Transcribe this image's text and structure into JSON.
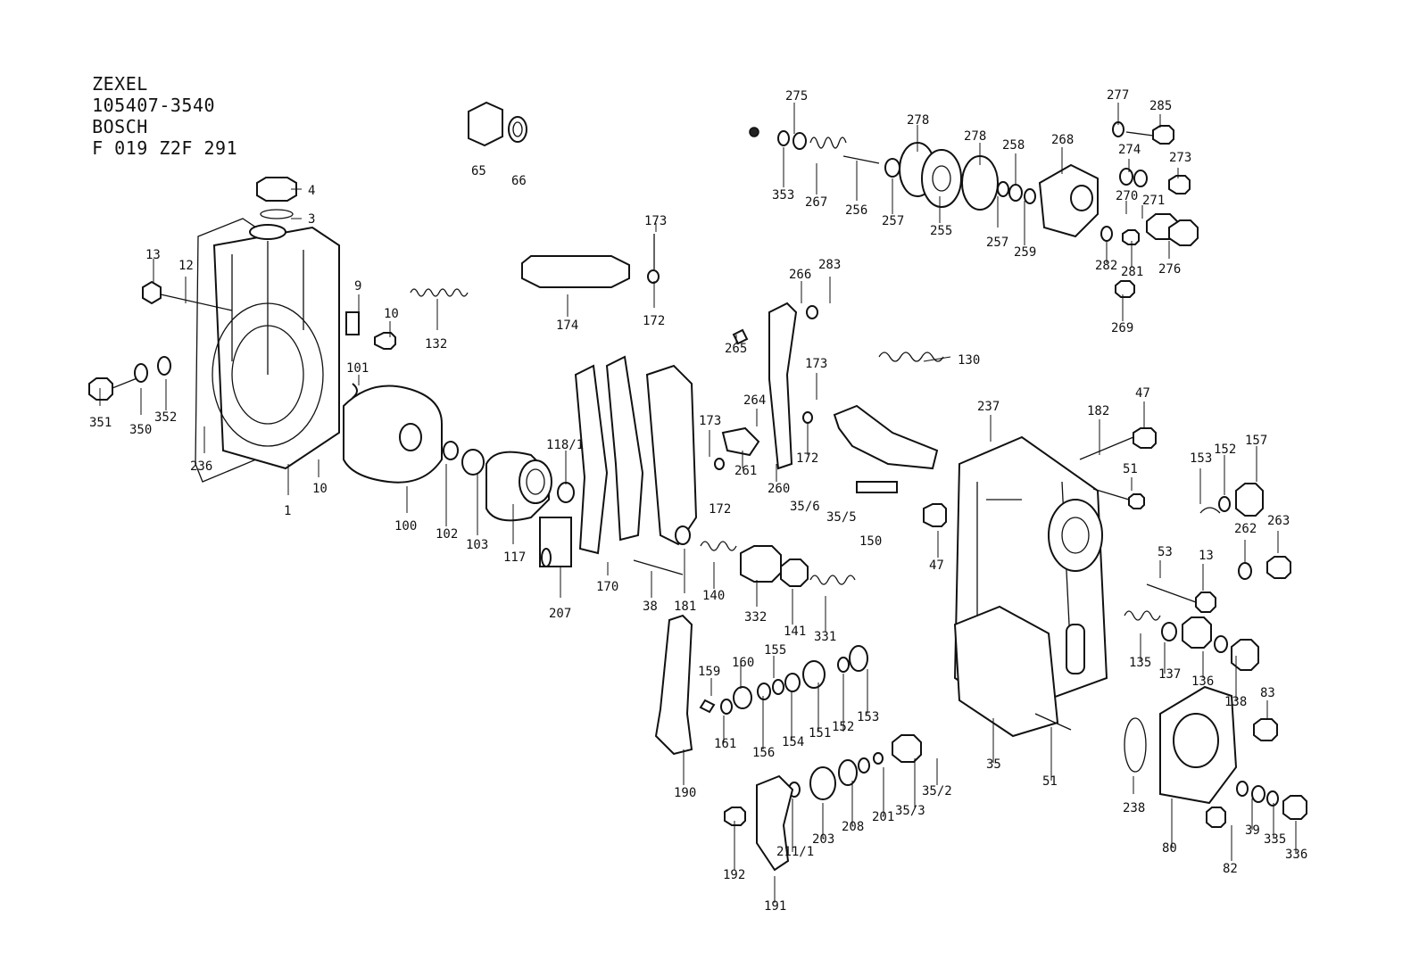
{
  "header": {
    "maker": "ZEXEL",
    "zexel_no": "105407-3540",
    "brand": "BOSCH",
    "bosch_no": "F 019 Z2F 291"
  },
  "part_labels": [
    {
      "id": "4",
      "text": "4"
    },
    {
      "id": "3",
      "text": "3"
    },
    {
      "id": "65",
      "text": "65"
    },
    {
      "id": "66",
      "text": "66"
    },
    {
      "id": "13a",
      "text": "13"
    },
    {
      "id": "12",
      "text": "12"
    },
    {
      "id": "9",
      "text": "9"
    },
    {
      "id": "10a",
      "text": "10"
    },
    {
      "id": "132",
      "text": "132"
    },
    {
      "id": "101",
      "text": "101"
    },
    {
      "id": "351",
      "text": "351"
    },
    {
      "id": "350",
      "text": "350"
    },
    {
      "id": "352",
      "text": "352"
    },
    {
      "id": "236",
      "text": "236"
    },
    {
      "id": "1",
      "text": "1"
    },
    {
      "id": "10b",
      "text": "10"
    },
    {
      "id": "100",
      "text": "100"
    },
    {
      "id": "102",
      "text": "102"
    },
    {
      "id": "103",
      "text": "103"
    },
    {
      "id": "117",
      "text": "117"
    },
    {
      "id": "118_1",
      "text": "118/1"
    },
    {
      "id": "173a",
      "text": "173"
    },
    {
      "id": "174",
      "text": "174"
    },
    {
      "id": "172a",
      "text": "172"
    },
    {
      "id": "207",
      "text": "207"
    },
    {
      "id": "170",
      "text": "170"
    },
    {
      "id": "38",
      "text": "38"
    },
    {
      "id": "181",
      "text": "181"
    },
    {
      "id": "140",
      "text": "140"
    },
    {
      "id": "332",
      "text": "332"
    },
    {
      "id": "141",
      "text": "141"
    },
    {
      "id": "331",
      "text": "331"
    },
    {
      "id": "275",
      "text": "275"
    },
    {
      "id": "353",
      "text": "353"
    },
    {
      "id": "267",
      "text": "267"
    },
    {
      "id": "256",
      "text": "256"
    },
    {
      "id": "257a",
      "text": "257"
    },
    {
      "id": "278a",
      "text": "278"
    },
    {
      "id": "255",
      "text": "255"
    },
    {
      "id": "278b",
      "text": "278"
    },
    {
      "id": "257b",
      "text": "257"
    },
    {
      "id": "258",
      "text": "258"
    },
    {
      "id": "259",
      "text": "259"
    },
    {
      "id": "268",
      "text": "268"
    },
    {
      "id": "277",
      "text": "277"
    },
    {
      "id": "285",
      "text": "285"
    },
    {
      "id": "274",
      "text": "274"
    },
    {
      "id": "273",
      "text": "273"
    },
    {
      "id": "270",
      "text": "270"
    },
    {
      "id": "271",
      "text": "271"
    },
    {
      "id": "276",
      "text": "276"
    },
    {
      "id": "282",
      "text": "282"
    },
    {
      "id": "281",
      "text": "281"
    },
    {
      "id": "269",
      "text": "269"
    },
    {
      "id": "266",
      "text": "266"
    },
    {
      "id": "283",
      "text": "283"
    },
    {
      "id": "265",
      "text": "265"
    },
    {
      "id": "173b",
      "text": "173"
    },
    {
      "id": "264",
      "text": "264"
    },
    {
      "id": "172b",
      "text": "172"
    },
    {
      "id": "173c",
      "text": "173"
    },
    {
      "id": "261",
      "text": "261"
    },
    {
      "id": "260",
      "text": "260"
    },
    {
      "id": "172c",
      "text": "172"
    },
    {
      "id": "130",
      "text": "130"
    },
    {
      "id": "237",
      "text": "237"
    },
    {
      "id": "182",
      "text": "182"
    },
    {
      "id": "47a",
      "text": "47"
    },
    {
      "id": "51a",
      "text": "51"
    },
    {
      "id": "153a",
      "text": "153"
    },
    {
      "id": "152a",
      "text": "152"
    },
    {
      "id": "157",
      "text": "157"
    },
    {
      "id": "35_6",
      "text": "35/6"
    },
    {
      "id": "35_5",
      "text": "35/5"
    },
    {
      "id": "150",
      "text": "150"
    },
    {
      "id": "47b",
      "text": "47"
    },
    {
      "id": "262",
      "text": "262"
    },
    {
      "id": "263",
      "text": "263"
    },
    {
      "id": "53",
      "text": "53"
    },
    {
      "id": "13b",
      "text": "13"
    },
    {
      "id": "135",
      "text": "135"
    },
    {
      "id": "137",
      "text": "137"
    },
    {
      "id": "136",
      "text": "136"
    },
    {
      "id": "138",
      "text": "138"
    },
    {
      "id": "159",
      "text": "159"
    },
    {
      "id": "160",
      "text": "160"
    },
    {
      "id": "155",
      "text": "155"
    },
    {
      "id": "161",
      "text": "161"
    },
    {
      "id": "156",
      "text": "156"
    },
    {
      "id": "154",
      "text": "154"
    },
    {
      "id": "151",
      "text": "151"
    },
    {
      "id": "152b",
      "text": "152"
    },
    {
      "id": "153b",
      "text": "153"
    },
    {
      "id": "190",
      "text": "190"
    },
    {
      "id": "35",
      "text": "35"
    },
    {
      "id": "51b",
      "text": "51"
    },
    {
      "id": "83",
      "text": "83"
    },
    {
      "id": "35_2",
      "text": "35/2"
    },
    {
      "id": "35_3",
      "text": "35/3"
    },
    {
      "id": "201",
      "text": "201"
    },
    {
      "id": "208",
      "text": "208"
    },
    {
      "id": "203",
      "text": "203"
    },
    {
      "id": "211_1",
      "text": "211/1"
    },
    {
      "id": "192",
      "text": "192"
    },
    {
      "id": "191",
      "text": "191"
    },
    {
      "id": "238",
      "text": "238"
    },
    {
      "id": "80",
      "text": "80"
    },
    {
      "id": "82",
      "text": "82"
    },
    {
      "id": "39",
      "text": "39"
    },
    {
      "id": "335",
      "text": "335"
    },
    {
      "id": "336",
      "text": "336"
    }
  ]
}
